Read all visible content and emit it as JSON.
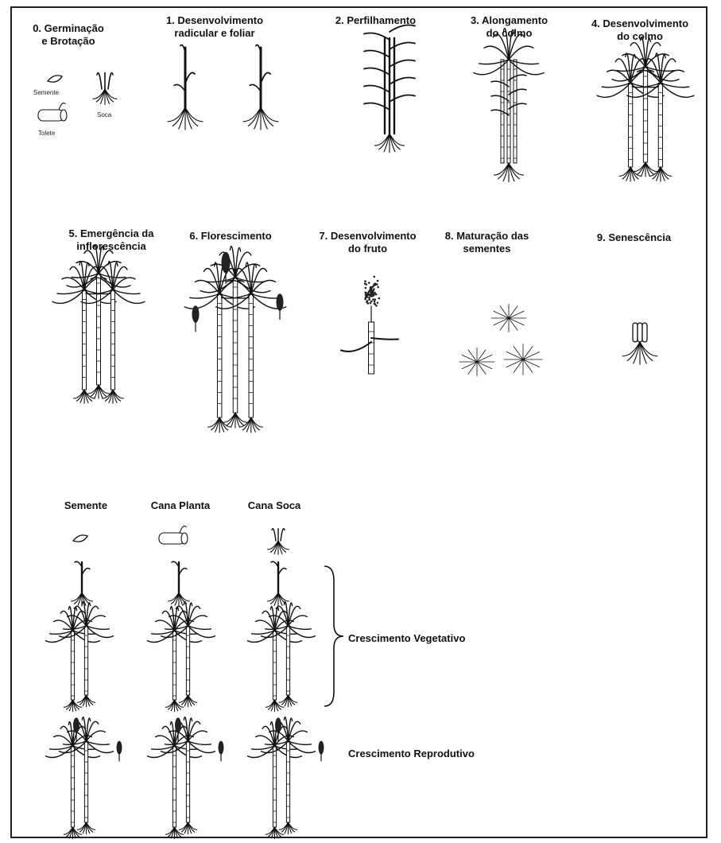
{
  "stages": [
    {
      "label": "0. Germinação\ne Brotação"
    },
    {
      "label": "1.   Desenvolvimento\nradicular e foliar"
    },
    {
      "label": "2. Perfilhamento"
    },
    {
      "label": "3. Alongamento\ndo colmo"
    },
    {
      "label": "4. Desenvolvimento\ndo colmo"
    },
    {
      "label": "5. Emergência da\ninflorescência"
    },
    {
      "label": "6. Florescimento"
    },
    {
      "label": "7. Desenvolvimento\ndo fruto"
    },
    {
      "label": "8. Maturação das\nsementes"
    },
    {
      "label": "9. Senescência"
    }
  ],
  "stage0_parts": {
    "seed": "Semente",
    "sett": "Tolete",
    "ratoon": "Soca"
  },
  "columns": [
    "Semente",
    "Cana Planta",
    "Cana Soca"
  ],
  "phases": {
    "vegetative": "Crescimento Vegetativo",
    "reproductive": "Crescimento Reprodutivo"
  }
}
